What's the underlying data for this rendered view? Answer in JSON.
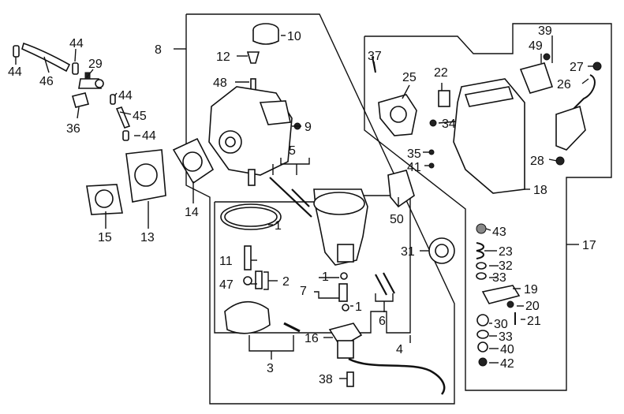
{
  "diagram": {
    "callouts": {
      "c1a": "1",
      "c1b": "1",
      "c1c": "1",
      "c2": "2",
      "c3": "3",
      "c4": "4",
      "c5": "5",
      "c6": "6",
      "c7": "7",
      "c8": "8",
      "c9": "9",
      "c10": "10",
      "c11": "11",
      "c12": "12",
      "c13": "13",
      "c14": "14",
      "c15": "15",
      "c16": "16",
      "c17": "17",
      "c18": "18",
      "c19": "19",
      "c20": "20",
      "c21": "21",
      "c22": "22",
      "c23": "23",
      "c25": "25",
      "c26": "26",
      "c27": "27",
      "c28": "28",
      "c29": "29",
      "c30": "30",
      "c31": "31",
      "c32": "32",
      "c33a": "33",
      "c33b": "33",
      "c34": "34",
      "c35": "35",
      "c36": "36",
      "c37": "37",
      "c38": "38",
      "c39": "39",
      "c40": "40",
      "c41": "41",
      "c42": "42",
      "c43": "43",
      "c44a": "44",
      "c44b": "44",
      "c44c": "44",
      "c44d": "44",
      "c45": "45",
      "c46": "46",
      "c47": "47",
      "c48": "48",
      "c49": "49",
      "c50": "50"
    }
  }
}
